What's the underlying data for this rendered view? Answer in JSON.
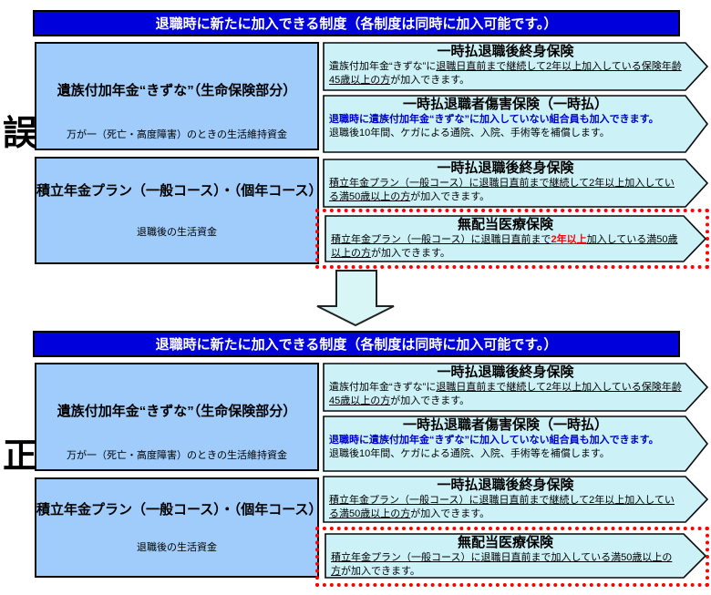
{
  "labels": {
    "wrong": "誤",
    "correct": "正"
  },
  "banner": "退職時に新たに加入できる制度（各制度は同時に加入可能です。）",
  "colors": {
    "banner_bg": "#0000DD",
    "banner_text": "#FFFFFF",
    "product_box_bg": "#9FCCFA",
    "arrow_box_bg": "#CCF2F8",
    "highlight_border": "#FF0000",
    "emphasis_blue": "#0000CC",
    "emphasis_red": "#FF0000"
  },
  "products": [
    {
      "title": "遺族付加年金“きずな”（生命保険部分）",
      "caption": "万が一（死亡・高度障害）のときの生活維持資金"
    },
    {
      "title": "積立年金プラン（一般コース）・（個年コース）",
      "caption": "退職後の生活資金"
    }
  ],
  "arrows": [
    {
      "title": "一時払退職後終身保険",
      "pre": "遺族付加年金“きずな”に",
      "underline": "退職日直前まで継続して2年以上加入している保険年齢45歳以上の方",
      "post": "が加入できます。"
    },
    {
      "title": "一時払退職者傷害保険（一時払）",
      "line1": "退職時に遺族付加年金“きずな”に加入していない組合員も加入できます。",
      "line2": "退職後10年間、ケガによる通院、入院、手術等を補償します。"
    },
    {
      "title": "一時払退職後終身保険",
      "underline": "積立年金プラン（一般コース）に退職日直前まで継続して2年以上加入している満50歳以上の方",
      "post": "が加入できます。"
    }
  ],
  "medical_wrong": {
    "title": "無配当医療保険",
    "u1": "積立年金プラン（一般コース）に退職日直前まで",
    "red": "2年以上",
    "u2": "加入している満50歳以上の方",
    "post": "が加入できます。"
  },
  "medical_correct": {
    "title": "無配当医療保険",
    "underline": "積立年金プラン（一般コース）に退職日直前まで加入している満50歳以上の方",
    "post": "が加入できます。"
  }
}
